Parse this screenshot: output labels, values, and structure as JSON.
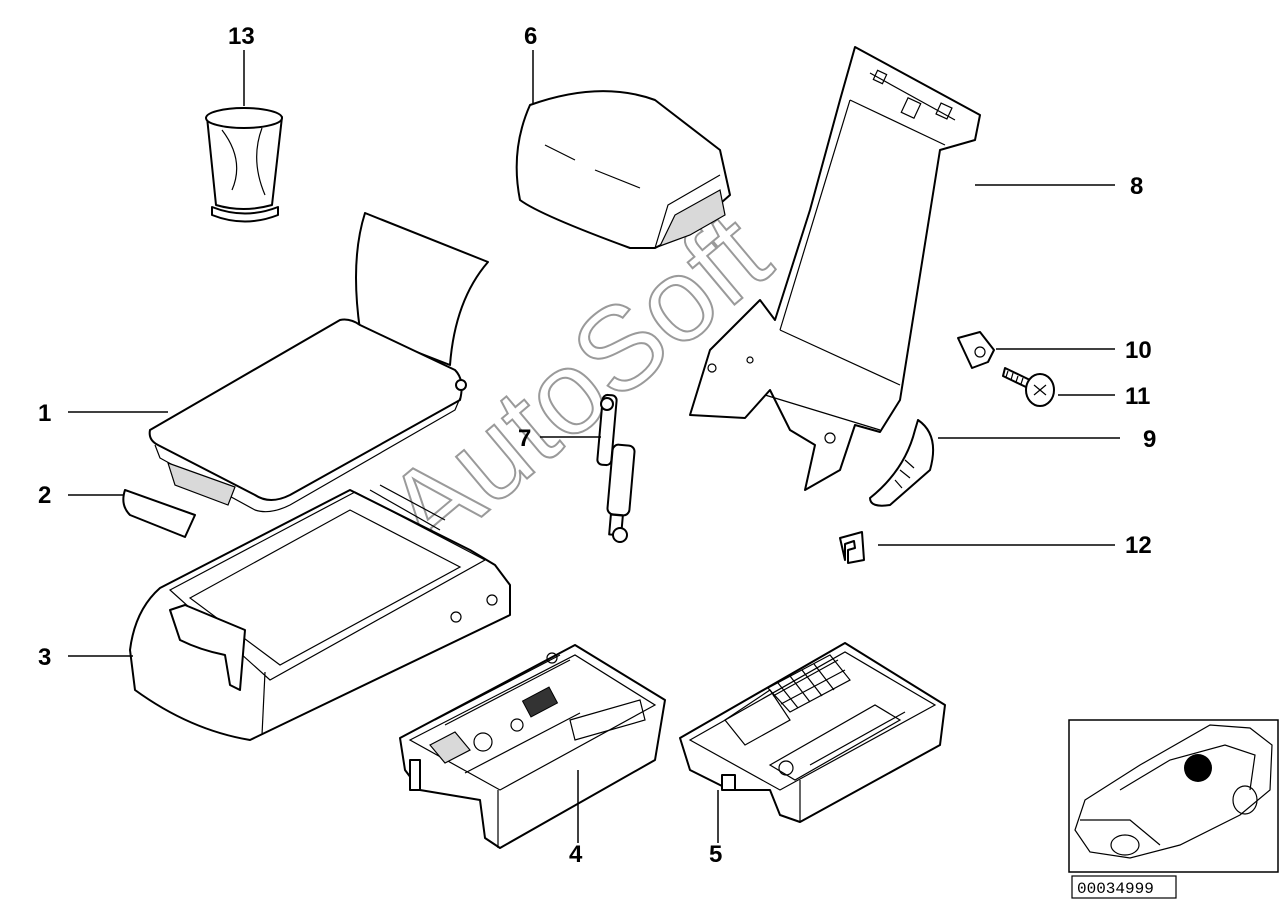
{
  "callouts": {
    "c1": "1",
    "c2": "2",
    "c3": "3",
    "c4": "4",
    "c5": "5",
    "c6": "6",
    "c7": "7",
    "c8": "8",
    "c9": "9",
    "c10": "10",
    "c11": "11",
    "c12": "12",
    "c13": "13"
  },
  "watermark": "AutoSoft",
  "reference_number": "00034999",
  "icons": {
    "location_marker": "black-dot-marker",
    "car": "car-outline-icon"
  },
  "colors": {
    "line": "#000000",
    "background": "#ffffff",
    "watermark": "#9a9a9a"
  }
}
